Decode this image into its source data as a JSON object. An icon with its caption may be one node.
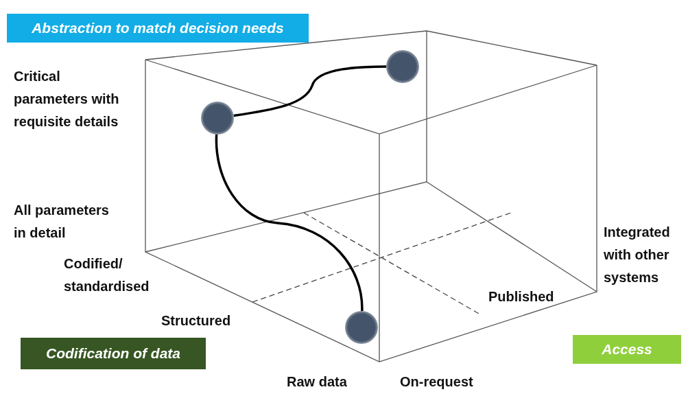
{
  "diagram": {
    "nodes": [
      {
        "text": [
          "Abstraction to match decision needs"
        ]
      },
      {
        "text": [],
        "shape": "circle"
      },
      {
        "text": [],
        "shape": "circle"
      },
      {
        "text": [],
        "shape": "circle"
      },
      {
        "text": [
          "Codification of data"
        ]
      },
      {
        "text": [
          "Access"
        ]
      }
    ],
    "edges": [
      {
        "from": 2,
        "to": 1,
        "arrow": "none"
      },
      {
        "from": 2,
        "to": 3,
        "arrow": "none"
      }
    ],
    "labels": [
      "Critical parameters with requisite details",
      "All parameters in detail",
      "Integrated with other systems",
      "Codified/ standardised",
      "Structured",
      "Published",
      "Raw data",
      "On-request"
    ]
  }
}
